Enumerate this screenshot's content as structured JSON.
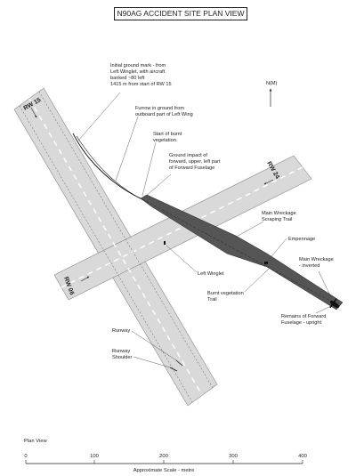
{
  "title": "N90AG ACCIDENT SITE PLAN VIEW",
  "north": "N(M)",
  "runways": {
    "rw15": "RW 15",
    "rw24": "RW 24",
    "rw06": "RW 06"
  },
  "annotations": {
    "initial_mark": [
      "Initial ground mark - from",
      "Left Winglet, with aircraft",
      "banked ~80 left",
      "1415 m from start of RW 15"
    ],
    "furrow": [
      "Furrow in ground from",
      "outboard part of Left Wing"
    ],
    "burnt_start": [
      "Start of burnt",
      "vegetation"
    ],
    "ground_impact": [
      "Ground impact of",
      "forward, upper, left part",
      "of Forward Fuselage"
    ],
    "scraping_trail": [
      "Main Wreckage",
      "Scraping Trail"
    ],
    "empennage": [
      "Empennage"
    ],
    "main_wreckage": [
      "Main Wreckage",
      "- inverted"
    ],
    "left_winglet": [
      "Left Winglet"
    ],
    "burnt_trail": [
      "Burnt vegetation",
      "Trail"
    ],
    "forward_fuselage": [
      "Remains of Forward",
      "Fuselage - upright"
    ],
    "runway": [
      "Runway"
    ],
    "shoulder": [
      "Runway",
      "Shoulder"
    ]
  },
  "plan_view": "Plan View",
  "scale": {
    "ticks": [
      "0",
      "100",
      "200",
      "300",
      "400"
    ],
    "caption": "Approximate Scale - metre"
  }
}
